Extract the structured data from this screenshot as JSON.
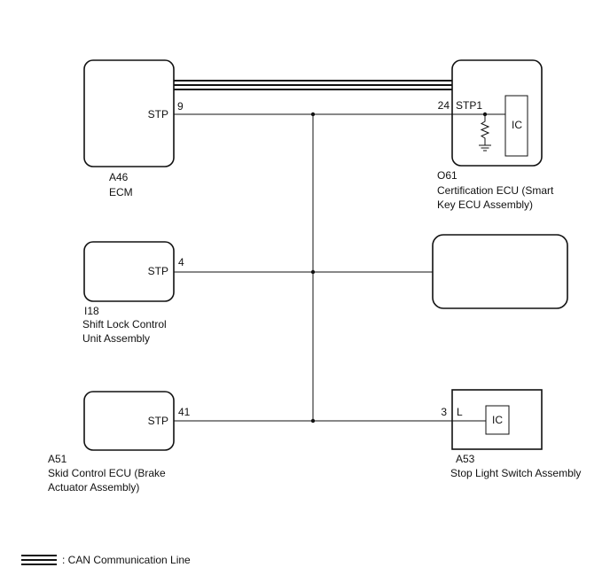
{
  "components": {
    "ecm": {
      "code": "A46",
      "name": "ECM",
      "pin_label": "STP",
      "pin_number": "9"
    },
    "certification_ecu": {
      "code": "O61",
      "name_line1": "Certification ECU (Smart",
      "name_line2": "Key ECU Assembly)",
      "pin_label": "STP1",
      "pin_number": "24",
      "ic_label": "IC"
    },
    "shift_lock": {
      "code": "I18",
      "name_line1": "Shift Lock Control",
      "name_line2": "Unit Assembly",
      "pin_label": "STP",
      "pin_number": "4"
    },
    "skid_control": {
      "code": "A51",
      "name_line1": "Skid Control ECU (Brake",
      "name_line2": "Actuator Assembly)",
      "pin_label": "STP",
      "pin_number": "41"
    },
    "stop_light_switch": {
      "code": "A53",
      "name": "Stop Light Switch Assembly",
      "pin_number": "3",
      "pin_label": "L",
      "ic_label": "IC"
    }
  },
  "legend": {
    "text": ": CAN Communication Line"
  }
}
